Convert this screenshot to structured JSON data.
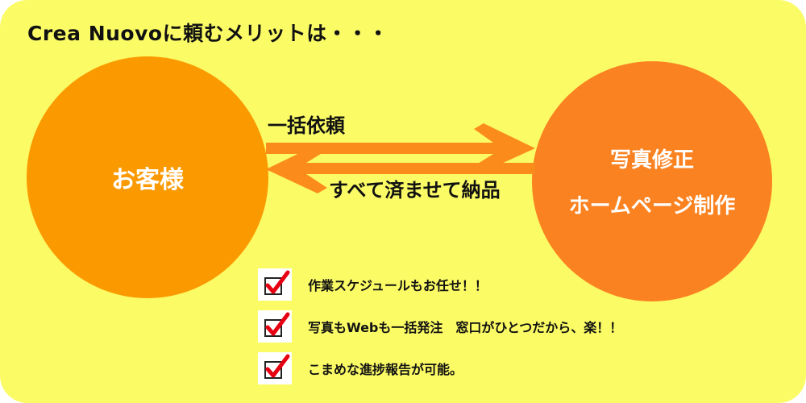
{
  "headline": "Crea Nuovoに頼むメリットは・・・",
  "customer": {
    "label": "お客様"
  },
  "service": {
    "line1": "写真修正",
    "line2": "ホームページ制作"
  },
  "flows": {
    "request": "一括依頼",
    "delivery": "すべて済ませて納品"
  },
  "benefits": [
    {
      "text": "作業スケジュールもお任せ！！"
    },
    {
      "text": "写真もWebも一括発注　窓口がひとつだから、楽！！"
    },
    {
      "text": "こまめな進捗報告が可能。"
    }
  ],
  "colors": {
    "background": "#fbfb66",
    "customer_circle": "#fb9a00",
    "service_circle": "#fb8220",
    "arrow": "#fb8c1c",
    "check": "#e60012"
  }
}
